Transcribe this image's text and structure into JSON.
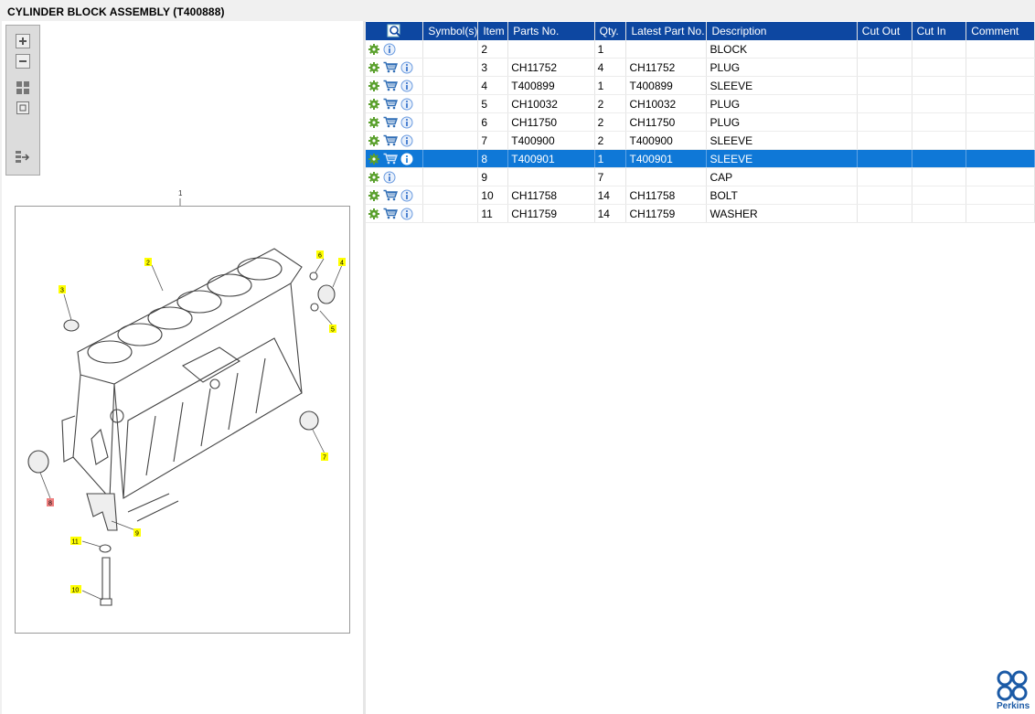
{
  "window": {
    "title": "CYLINDER BLOCK ASSEMBLY (T400888)"
  },
  "diagram": {
    "labels": {
      "l1": "1",
      "l2": "2",
      "l3": "3",
      "l4": "4",
      "l5": "5",
      "l6": "6",
      "l7": "7",
      "l8": "8",
      "l9": "9",
      "l10": "10",
      "l11": "11"
    }
  },
  "table": {
    "headers": {
      "symbols": "Symbol(s)",
      "item": "Item",
      "parts_no": "Parts No.",
      "qty": "Qty.",
      "latest_part_no": "Latest Part No.",
      "description": "Description",
      "cut_out": "Cut Out",
      "cut_in": "Cut In",
      "comment": "Comment"
    },
    "rows": [
      {
        "item": "2",
        "parts_no": "",
        "qty": "1",
        "latest": "",
        "desc": "BLOCK",
        "cart": false
      },
      {
        "item": "3",
        "parts_no": "CH11752",
        "qty": "4",
        "latest": "CH11752",
        "desc": "PLUG",
        "cart": true
      },
      {
        "item": "4",
        "parts_no": "T400899",
        "qty": "1",
        "latest": "T400899",
        "desc": "SLEEVE",
        "cart": true
      },
      {
        "item": "5",
        "parts_no": "CH10032",
        "qty": "2",
        "latest": "CH10032",
        "desc": "PLUG",
        "cart": true
      },
      {
        "item": "6",
        "parts_no": "CH11750",
        "qty": "2",
        "latest": "CH11750",
        "desc": "PLUG",
        "cart": true
      },
      {
        "item": "7",
        "parts_no": "T400900",
        "qty": "2",
        "latest": "T400900",
        "desc": "SLEEVE",
        "cart": true
      },
      {
        "item": "8",
        "parts_no": "T400901",
        "qty": "1",
        "latest": "T400901",
        "desc": "SLEEVE",
        "cart": true,
        "selected": true
      },
      {
        "item": "9",
        "parts_no": "",
        "qty": "7",
        "latest": "",
        "desc": "CAP",
        "cart": false
      },
      {
        "item": "10",
        "parts_no": "CH11758",
        "qty": "14",
        "latest": "CH11758",
        "desc": "BOLT",
        "cart": true
      },
      {
        "item": "11",
        "parts_no": "CH11759",
        "qty": "14",
        "latest": "CH11759",
        "desc": "WASHER",
        "cart": true
      }
    ]
  },
  "brand": {
    "name": "Perkins",
    "color": "#1b5aa6"
  },
  "colors": {
    "header": "#0d47a1",
    "selected": "#0f78d7",
    "gear": "#5aa02c",
    "cart": "#2f6db5",
    "callout": "#ffff00",
    "callout_selected": "#f08080"
  },
  "icons": {
    "gear": "gear-icon",
    "cart": "cart-icon",
    "info": "info-icon",
    "search": "search-icon"
  }
}
